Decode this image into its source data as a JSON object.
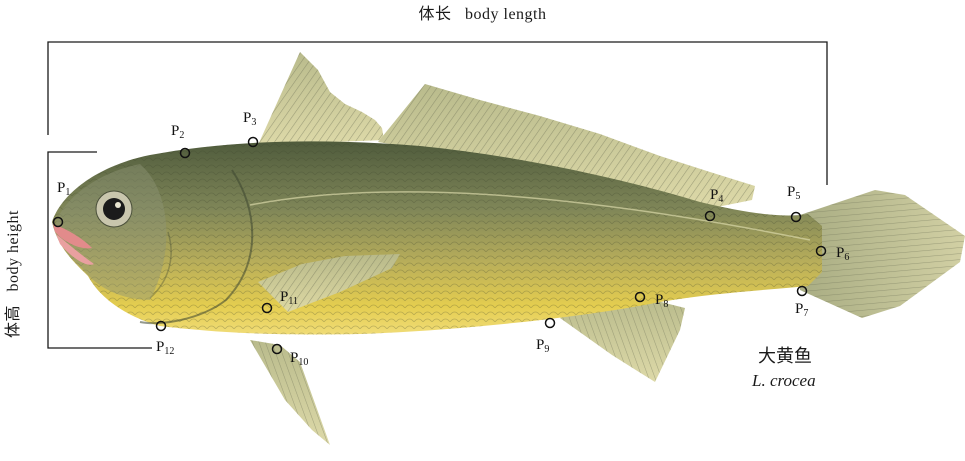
{
  "labels": {
    "body_length": "体长   body length",
    "body_height": "体高   body height",
    "species_common": "大黄鱼",
    "species_scientific": "L. crocea"
  },
  "landmark_prefix": "P",
  "landmarks": [
    {
      "id": "1"
    },
    {
      "id": "2"
    },
    {
      "id": "3"
    },
    {
      "id": "4"
    },
    {
      "id": "5"
    },
    {
      "id": "6"
    },
    {
      "id": "7"
    },
    {
      "id": "8"
    },
    {
      "id": "9"
    },
    {
      "id": "10"
    },
    {
      "id": "11"
    },
    {
      "id": "12"
    }
  ],
  "colors": {
    "dorsal": "#5e6c4b",
    "flank": "#9a9a5a",
    "belly": "#e6cf54",
    "fin": "#c9c89a",
    "fin_ray": "#7d8060",
    "lip": "#e48a8a",
    "line": "#1a1a1a"
  }
}
